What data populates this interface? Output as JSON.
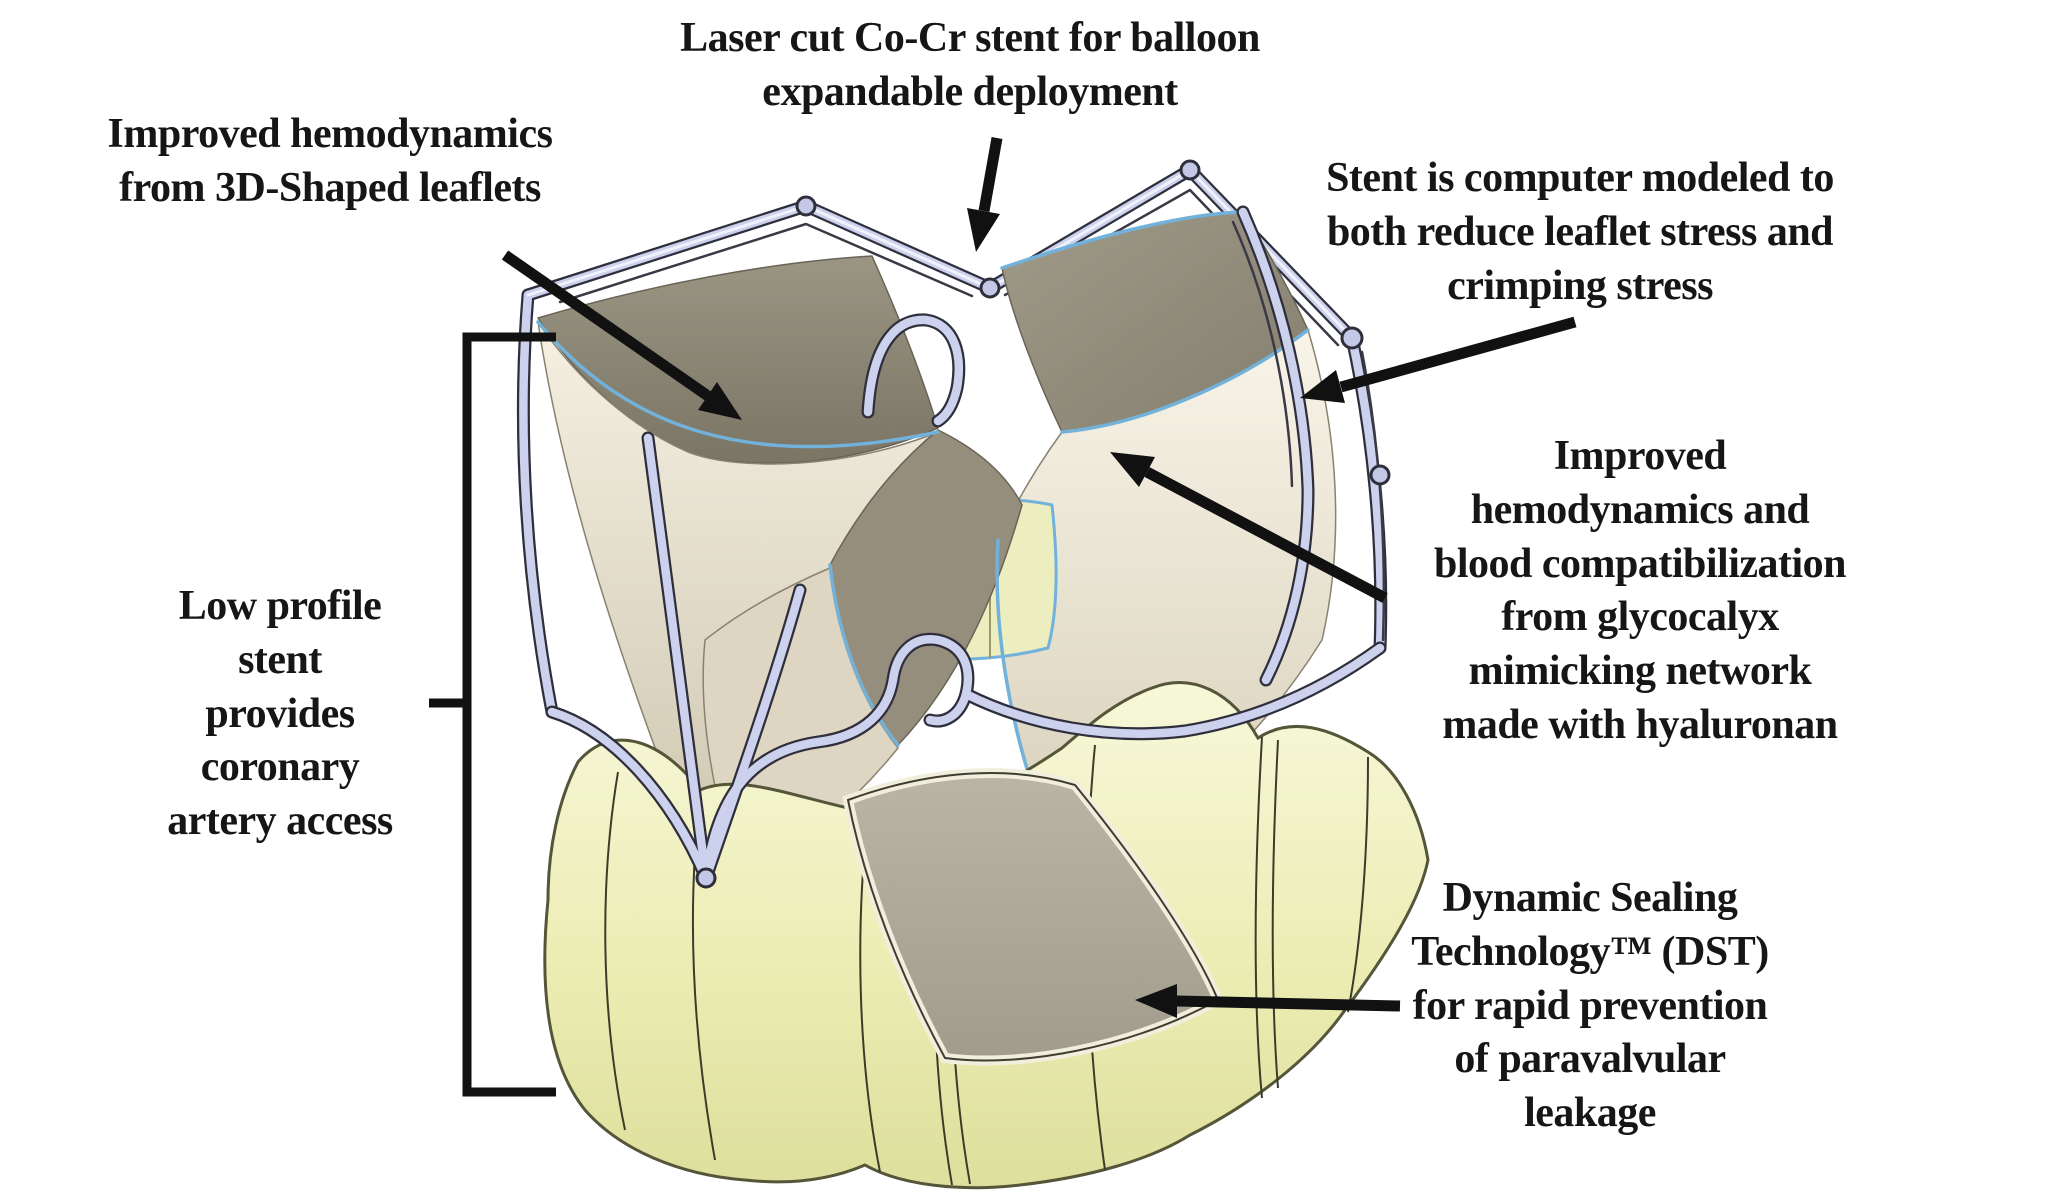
{
  "figure": {
    "title": "Annotated transcatheter heart valve diagram",
    "labels": {
      "top": "Laser cut Co-Cr stent for balloon\nexpandable deployment",
      "top_left": "Improved hemodynamics\nfrom 3D-Shaped leaflets",
      "top_right": "Stent is computer modeled to\nboth reduce leaflet stress and\ncrimping stress",
      "left": "Low profile\nstent\nprovides\ncoronary\nartery access",
      "right": "Improved\nhemodynamics and\nblood compatibilization\nfrom glycocalyx\nmimicking network\nmade with hyaluronan",
      "bottom_right": "Dynamic Sealing\nTechnology™ (DST)\nfor rapid prevention\nof paravalvular\nleakage"
    },
    "colors": {
      "background": "#ffffff",
      "text": "#161616",
      "arrow": "#111111",
      "stent_strut": "#ccd1ed",
      "stent_outline": "#2f2f3c",
      "leaflet_cream": "#eee8d8",
      "leaflet_shadow": "#8f8978",
      "leaflet_edge_blue": "#72b2da",
      "skirt_yellow": "#eef0c0"
    }
  }
}
